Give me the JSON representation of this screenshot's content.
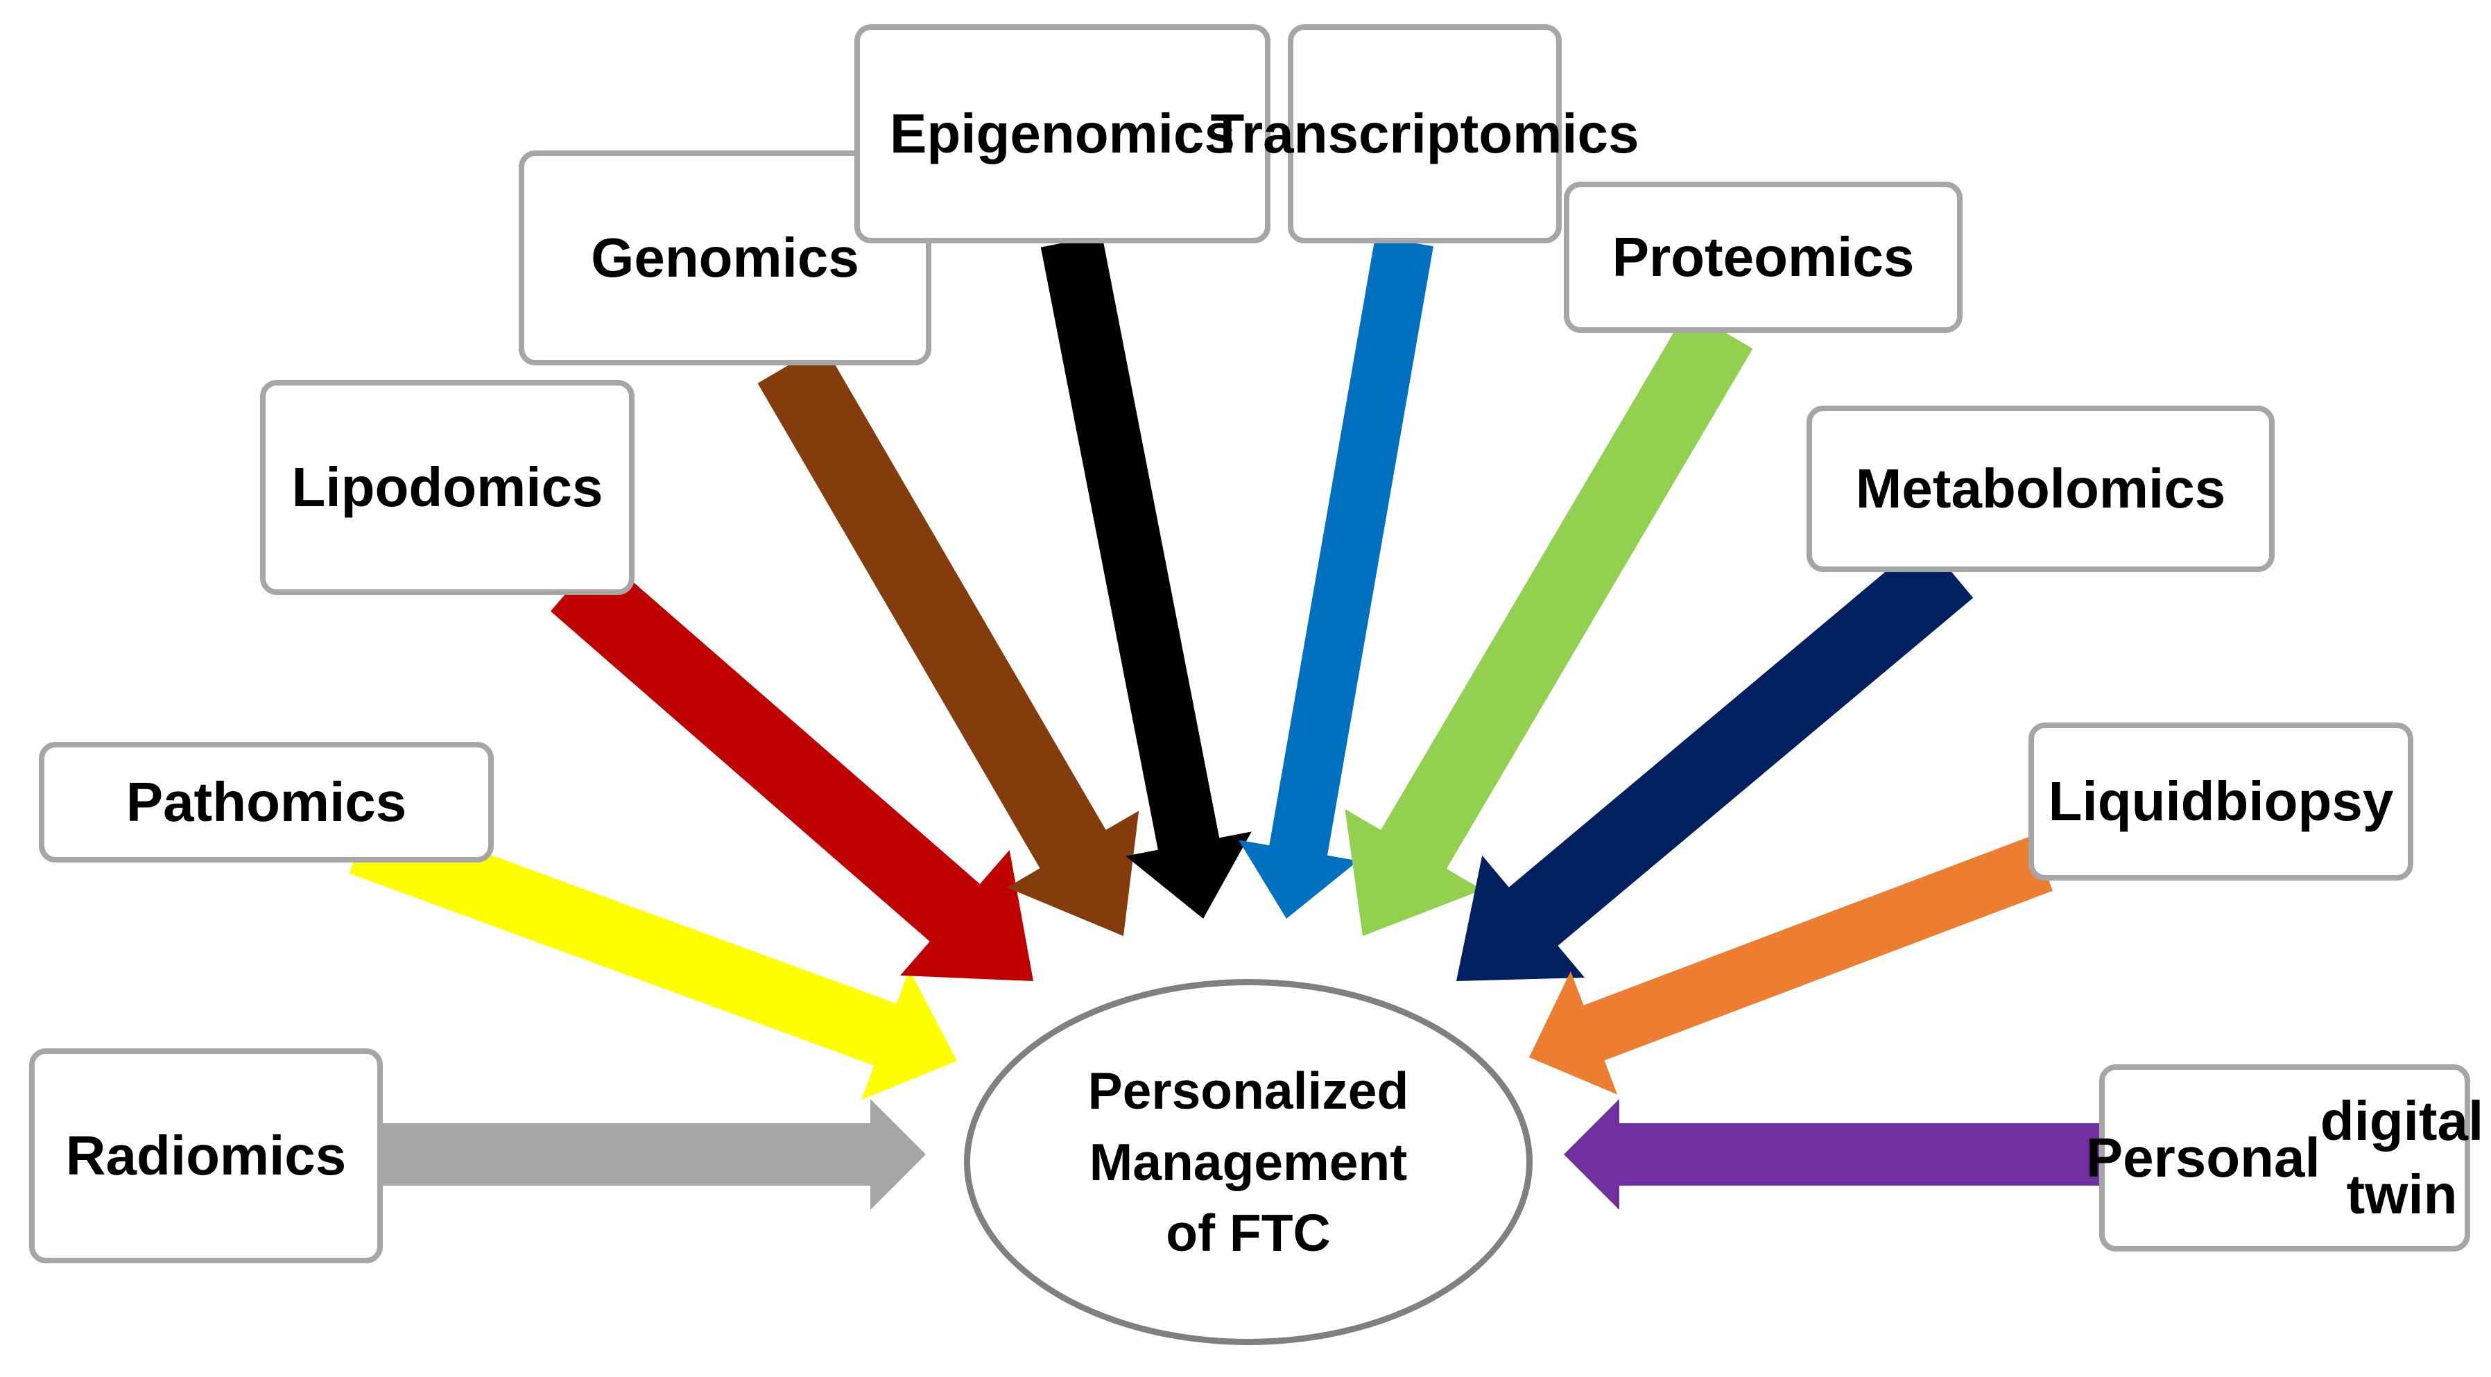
{
  "center": {
    "lines": [
      "Personalized",
      "Management",
      "of FTC"
    ]
  },
  "nodes": {
    "radiomics": {
      "lines": [
        "Radiomics"
      ],
      "color": "#a6a6a6"
    },
    "pathomics": {
      "lines": [
        "Pathomics"
      ],
      "color": "#ffff00"
    },
    "lipodomics": {
      "lines": [
        "Lipodomics"
      ],
      "color": "#c00000"
    },
    "genomics": {
      "lines": [
        "Genomics"
      ],
      "color": "#843c0c"
    },
    "epigenomics": {
      "lines": [
        "Epigenomics"
      ],
      "color": "#000000"
    },
    "transcriptomics": {
      "lines": [
        "Transcri",
        "ptomics"
      ],
      "color": "#0070c0"
    },
    "proteomics": {
      "lines": [
        "Proteomics"
      ],
      "color": "#92d050"
    },
    "metabolomics": {
      "lines": [
        "Metabolomics"
      ],
      "color": "#002060"
    },
    "liquid_biopsy": {
      "lines": [
        "Liquid",
        "biopsy"
      ],
      "color": "#ed7d31"
    },
    "personal_digital_twin": {
      "lines": [
        "Personal",
        "digital twin"
      ],
      "color": "#7030a0"
    }
  }
}
